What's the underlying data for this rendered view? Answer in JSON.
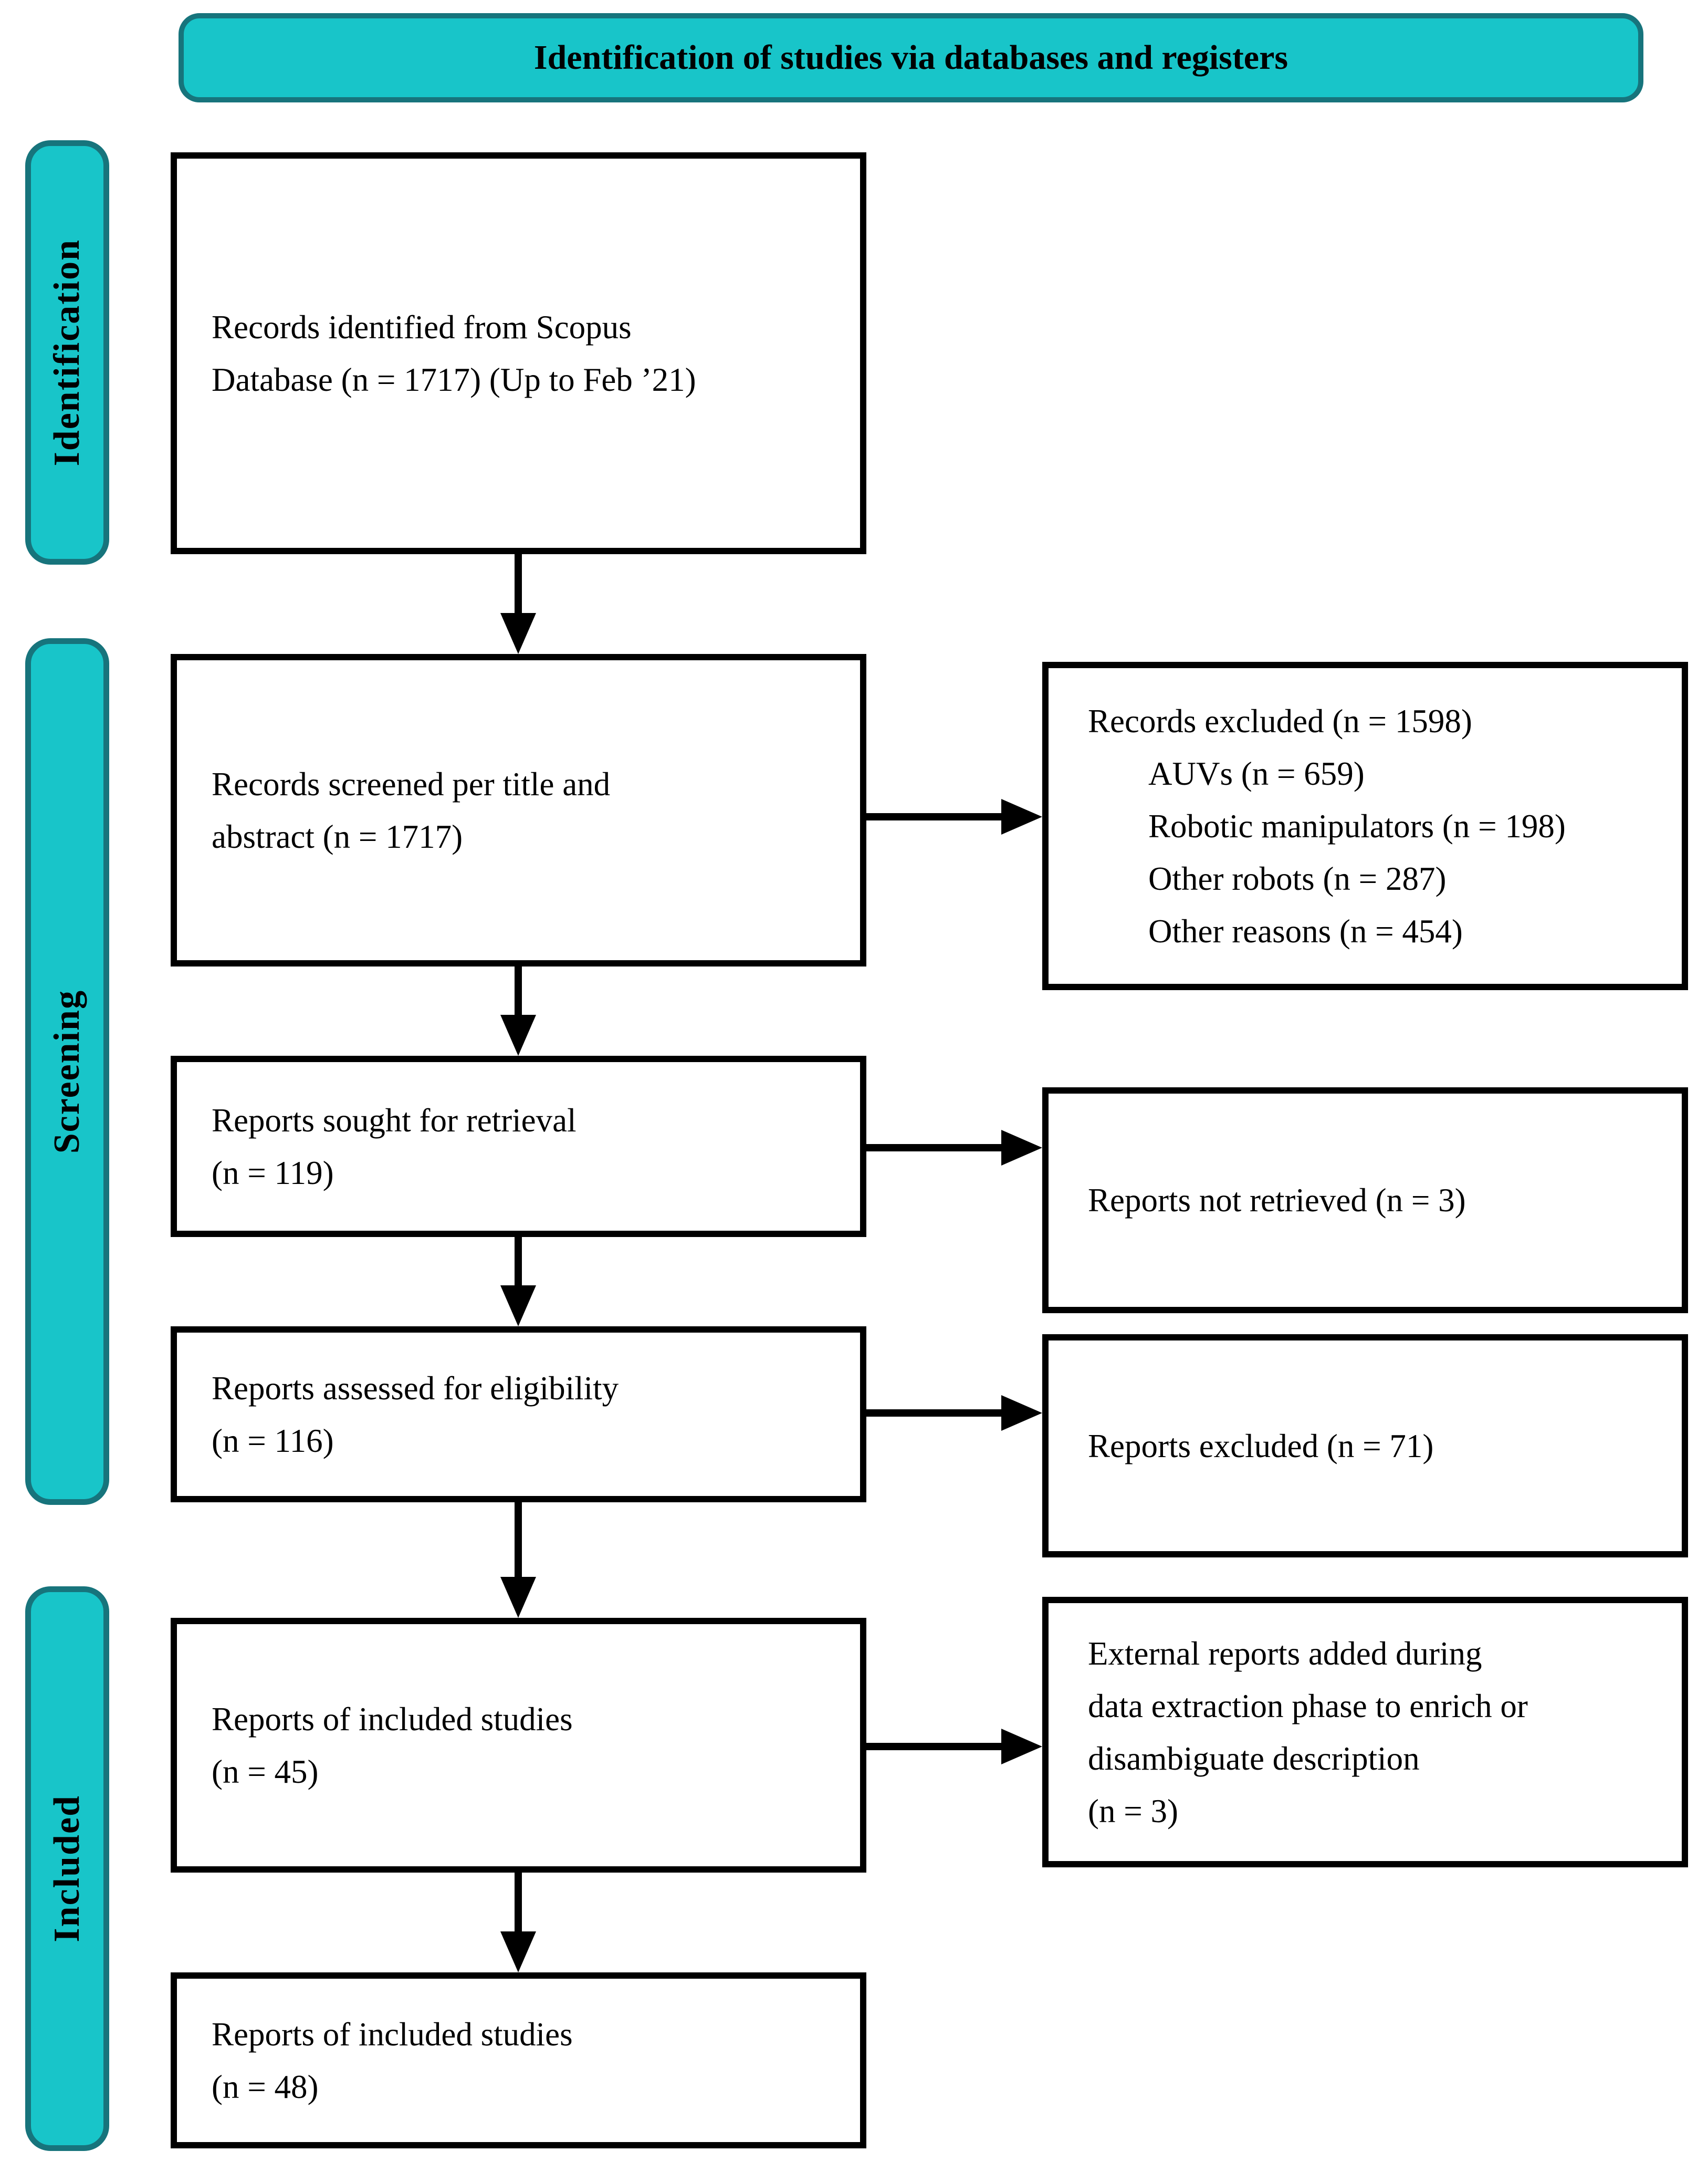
{
  "header": {
    "title": "Identification of studies via databases and registers"
  },
  "side_labels": {
    "identification": "Identification",
    "screening": "Screening",
    "included": "Included"
  },
  "flow": {
    "records_identified": {
      "lines": [
        "Records identified from Scopus",
        "Database (n = 1717) (Up to Feb ’21)"
      ]
    },
    "records_screened": {
      "lines": [
        "Records screened per title and",
        "abstract (n = 1717)"
      ]
    },
    "reports_sought": {
      "lines": [
        "Reports sought for retrieval",
        "(n = 119)"
      ]
    },
    "reports_assessed": {
      "lines": [
        "Reports assessed for eligibility",
        "(n = 116)"
      ]
    },
    "reports_included_45": {
      "lines": [
        "Reports of included studies",
        "(n = 45)"
      ]
    },
    "reports_included_48": {
      "lines": [
        "Reports of included studies",
        "(n = 48)"
      ]
    },
    "records_excluded": {
      "title": "Records excluded (n = 1598)",
      "items": [
        "AUVs (n = 659)",
        "Robotic manipulators (n = 198)",
        "Other robots (n = 287)",
        "Other reasons (n = 454)"
      ]
    },
    "reports_not_retrieved": {
      "lines": [
        "Reports not retrieved (n = 3)"
      ]
    },
    "reports_excluded": {
      "lines": [
        "Reports excluded (n = 71)"
      ]
    },
    "external_reports": {
      "lines": [
        "External reports added during",
        "data extraction phase to enrich or",
        "disambiguate description",
        "(n = 3)"
      ]
    }
  },
  "colors": {
    "teal_fill": "#18C5C9",
    "teal_border": "#17747C",
    "box_border": "#000000",
    "text": "#000000",
    "background": "#FFFFFF"
  }
}
